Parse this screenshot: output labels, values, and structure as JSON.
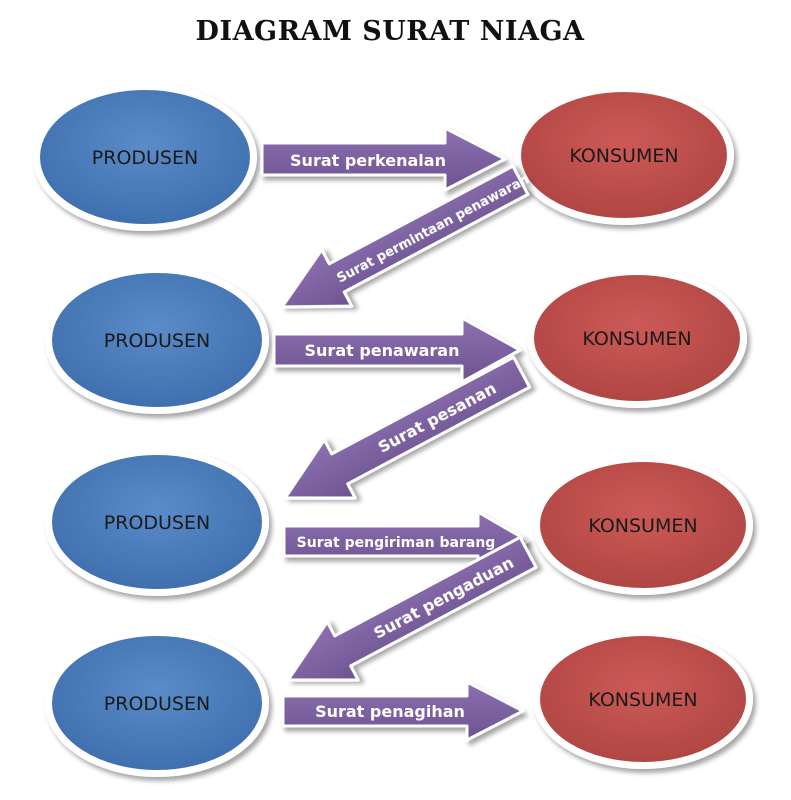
{
  "title": "DIAGRAM SURAT NIAGA",
  "colors": {
    "produsen_fill": "#4f81bd",
    "produsen_dark": "#3a6aa5",
    "konsumen_fill": "#c0504d",
    "konsumen_dark": "#a23f3c",
    "arrow_fill": "#8064a2",
    "arrow_stroke": "#5f4a80",
    "node_text": "#1a1a1a",
    "arrow_text": "#ffffff"
  },
  "nodes": {
    "produsen": [
      "PRODUSEN",
      "PRODUSEN",
      "PRODUSEN",
      "PRODUSEN"
    ],
    "konsumen": [
      "KONSUMEN",
      "KONSUMEN",
      "KONSUMEN",
      "KONSUMEN"
    ]
  },
  "arrows": [
    {
      "label": "Surat perkenalan",
      "direction": "right"
    },
    {
      "label": "Surat permintaan penawaran",
      "direction": "left"
    },
    {
      "label": "Surat penawaran",
      "direction": "right"
    },
    {
      "label": "Surat pesanan",
      "direction": "left"
    },
    {
      "label": "Surat pengiriman barang",
      "direction": "right"
    },
    {
      "label": "Surat pengaduan",
      "direction": "left"
    },
    {
      "label": "Surat penagihan",
      "direction": "right"
    }
  ]
}
